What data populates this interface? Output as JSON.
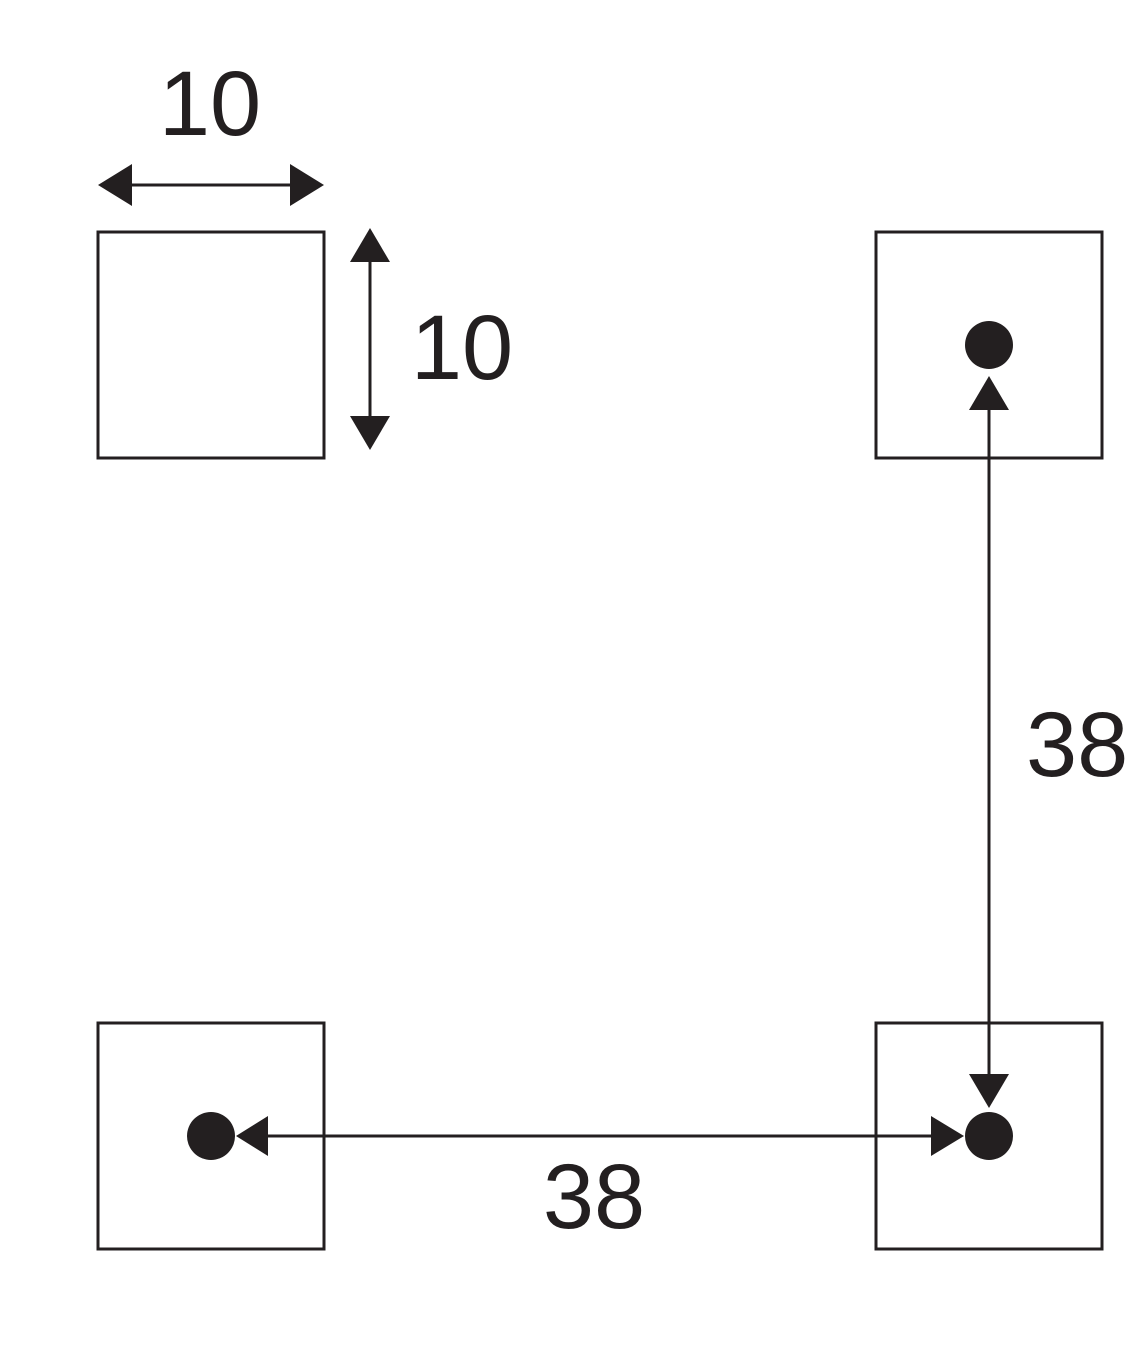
{
  "dimensions": {
    "pad_width": "10",
    "pad_height": "10",
    "horizontal_spacing": "38",
    "vertical_spacing": "38"
  },
  "colors": {
    "stroke": "#231f20",
    "fill": "#ffffff"
  }
}
